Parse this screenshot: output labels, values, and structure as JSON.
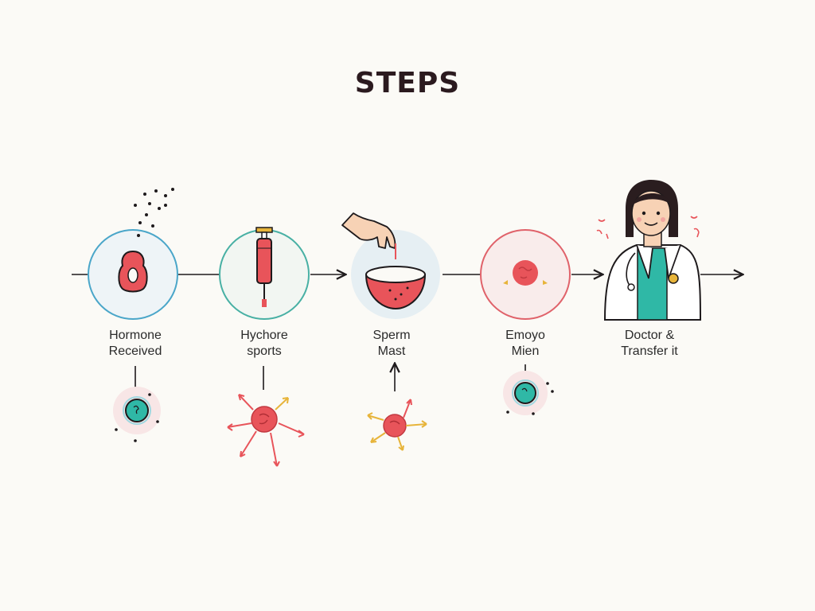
{
  "title": "STEPS",
  "steps": [
    {
      "line1": "Hormone",
      "line2": "Received"
    },
    {
      "line1": "Hychore",
      "line2": "sports"
    },
    {
      "line1": "Sperm",
      "line2": "Mast"
    },
    {
      "line1": "Emoyo",
      "line2": "Mien"
    },
    {
      "line1": "Doctor &",
      "line2": "Transfer it"
    }
  ],
  "colors": {
    "red": "#e8545a",
    "teal": "#2fb8a6",
    "blue_ring": "#4aa6c9",
    "teal_ring": "#48b0a4",
    "pink_ring": "#e0626a",
    "yellow": "#e7b43a",
    "ink": "#1e1a1c"
  }
}
